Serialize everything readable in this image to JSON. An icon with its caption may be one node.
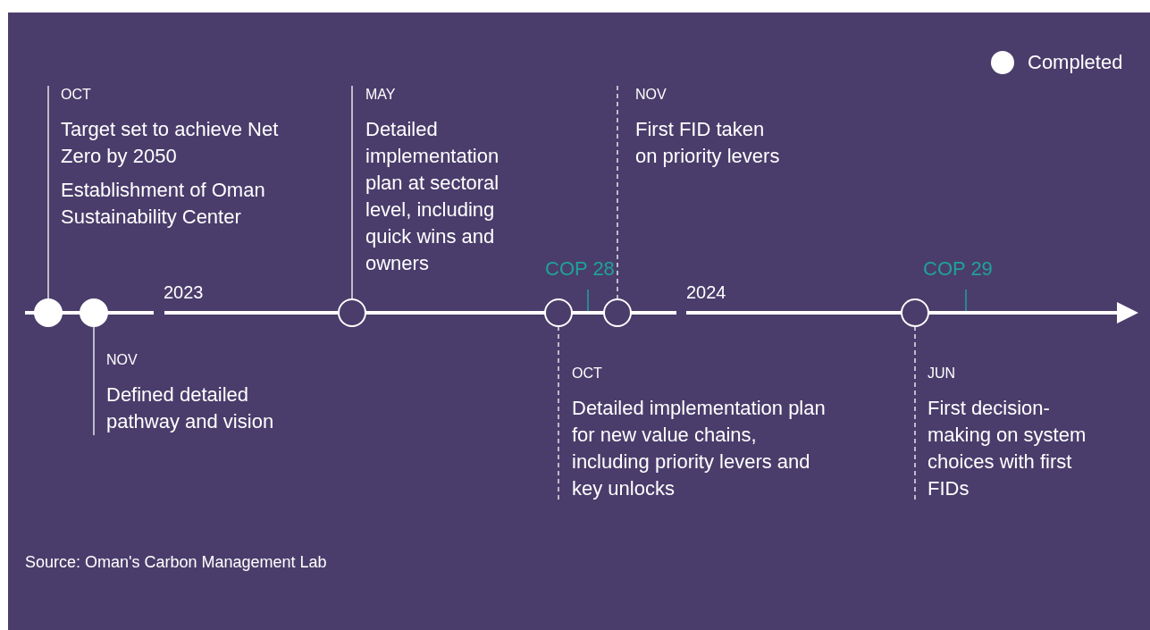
{
  "diagram": {
    "caption": "Source: Oman's Carbon Management Lab",
    "nodes": [
      {
        "text": [
          "OCT",
          "Target set to achieve Net Zero by 2050",
          "Establishment of Oman Sustainability Center"
        ]
      },
      {
        "text": [],
        "shape": "circle"
      },
      {
        "text": [],
        "shape": "circle"
      },
      {
        "text": [
          "NOV",
          "Defined detailed pathway and vision"
        ]
      },
      {
        "text": [
          "MAY",
          "Detailed implementation plan at sectoral level, including quick wins and owners"
        ]
      },
      {
        "text": [],
        "shape": "circle"
      },
      {
        "text": [],
        "shape": "circle"
      },
      {
        "text": [
          "OCT",
          "Detailed implementation plan for new value chains, including priority levers and key unlocks"
        ]
      },
      {
        "text": [
          "NOV",
          "First FID taken on priority levers"
        ]
      },
      {
        "text": [],
        "shape": "circle"
      },
      {
        "text": [],
        "shape": "circle"
      },
      {
        "text": [
          "JUN",
          "First decision-making on system choices with first FIDs"
        ]
      }
    ],
    "edges": [
      {
        "from": 0,
        "to": 1,
        "arrow": "none"
      },
      {
        "from": 3,
        "to": 2,
        "arrow": "none"
      },
      {
        "from": 4,
        "to": 5,
        "arrow": "none"
      },
      {
        "from": 7,
        "to": 6,
        "arrow": "none",
        "style": "dashed"
      },
      {
        "from": 8,
        "to": 9,
        "arrow": "none",
        "style": "dashed"
      },
      {
        "from": 11,
        "to": 10,
        "arrow": "none",
        "style": "dashed"
      }
    ],
    "labels": [
      "2023",
      "COP 28",
      "2024",
      "COP 29"
    ],
    "legend": [
      {
        "text": "Completed",
        "color": "#ffffff"
      }
    ]
  }
}
